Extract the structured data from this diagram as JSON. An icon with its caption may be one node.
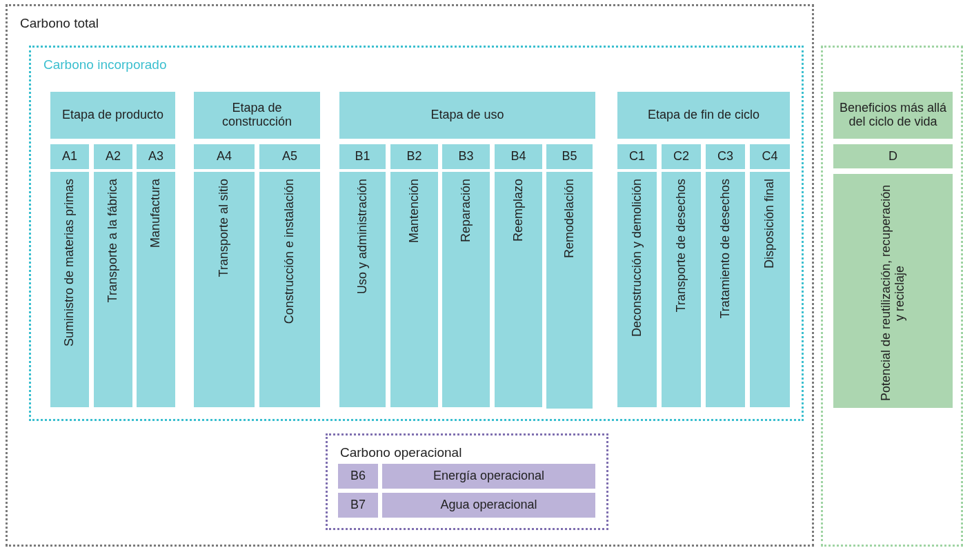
{
  "diagram": {
    "nodes": [
      {
        "text": [
          "Carbono total"
        ]
      },
      {
        "text": [
          "Carbono incorporado"
        ],
        "in": 0
      },
      {
        "text": [
          "Etapa de producto"
        ],
        "in": 1
      },
      {
        "text": [
          "Etapa de construcción"
        ],
        "in": 1
      },
      {
        "text": [
          "Etapa de uso"
        ],
        "in": 1
      },
      {
        "text": [
          "Etapa de fin de ciclo"
        ],
        "in": 1
      },
      {
        "text": [
          "A1"
        ],
        "in": 1
      },
      {
        "text": [
          "A2"
        ],
        "in": 1
      },
      {
        "text": [
          "A3"
        ],
        "in": 1
      },
      {
        "text": [
          "A4"
        ],
        "in": 1
      },
      {
        "text": [
          "A5"
        ],
        "in": 1
      },
      {
        "text": [
          "B1"
        ],
        "in": 1
      },
      {
        "text": [
          "B2"
        ],
        "in": 1
      },
      {
        "text": [
          "B3"
        ],
        "in": 1
      },
      {
        "text": [
          "B4"
        ],
        "in": 1
      },
      {
        "text": [
          "B5"
        ],
        "in": 1
      },
      {
        "text": [
          "C1"
        ],
        "in": 1
      },
      {
        "text": [
          "C2"
        ],
        "in": 1
      },
      {
        "text": [
          "C3"
        ],
        "in": 1
      },
      {
        "text": [
          "C4"
        ],
        "in": 1
      },
      {
        "text": [
          "Suministro de materias primas"
        ],
        "in": 1
      },
      {
        "text": [
          "Transporte a la fábrica"
        ],
        "in": 1
      },
      {
        "text": [
          "Manufactura"
        ],
        "in": 1
      },
      {
        "text": [
          "Transporte al sitio"
        ],
        "in": 1
      },
      {
        "text": [
          "Construcción e instalación"
        ],
        "in": 1
      },
      {
        "text": [
          "Uso y administración"
        ],
        "in": 1
      },
      {
        "text": [
          "Mantención"
        ],
        "in": 1
      },
      {
        "text": [
          "Reparación"
        ],
        "in": 1
      },
      {
        "text": [
          "Reemplazo"
        ],
        "in": 1
      },
      {
        "text": [
          "Remodelación"
        ],
        "in": 1
      },
      {
        "text": [
          "Deconstrucción y demolición"
        ],
        "in": 1
      },
      {
        "text": [
          "Transporte de desechos"
        ],
        "in": 1
      },
      {
        "text": [
          "Tratamiento de desechos"
        ],
        "in": 1
      },
      {
        "text": [
          "Disposición final"
        ],
        "in": 1
      },
      {
        "text": [],
        "shape": "box"
      },
      {
        "text": [
          "Beneficios más allá del ciclo de vida"
        ],
        "in": 34
      },
      {
        "text": [
          "D"
        ],
        "in": 34
      },
      {
        "text": [
          "Potencial de reutilización, recuperación y reciclaje"
        ],
        "in": 34
      },
      {
        "text": [
          "Carbono operacional"
        ],
        "in": 0
      },
      {
        "text": [
          "B6"
        ],
        "in": 38
      },
      {
        "text": [
          "Energía operacional"
        ],
        "in": 38
      },
      {
        "text": [
          "B7"
        ],
        "in": 38
      },
      {
        "text": [
          "Agua operacional"
        ],
        "in": 38
      }
    ]
  }
}
